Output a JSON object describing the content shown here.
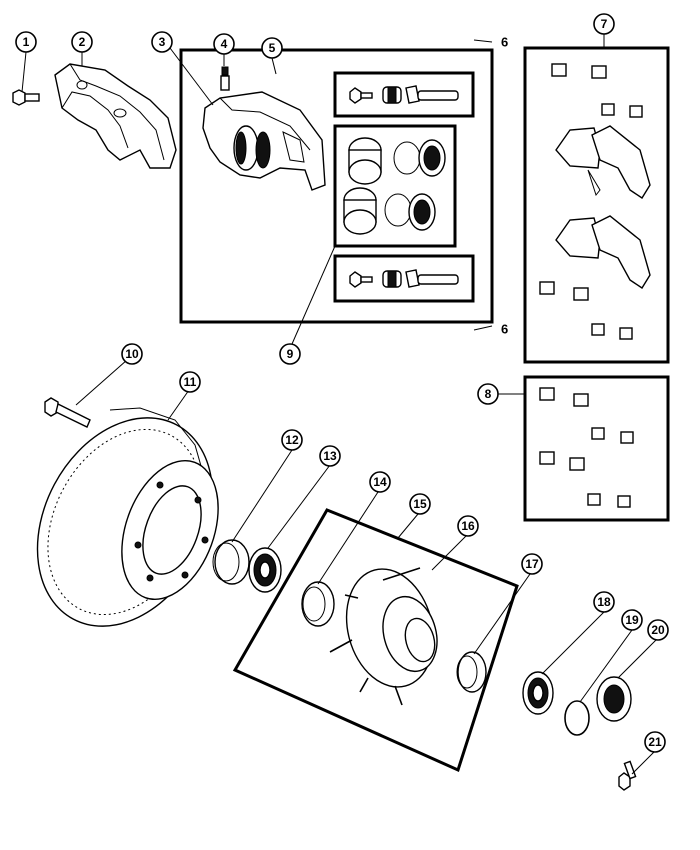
{
  "callouts": [
    "1",
    "2",
    "3",
    "4",
    "5",
    "6",
    "7",
    "8",
    "9",
    "10",
    "11",
    "12",
    "13",
    "14",
    "15",
    "16",
    "17",
    "18",
    "19",
    "20",
    "21"
  ],
  "plain_labels": {
    "label_6_top": "6",
    "label_6_bottom": "6"
  }
}
